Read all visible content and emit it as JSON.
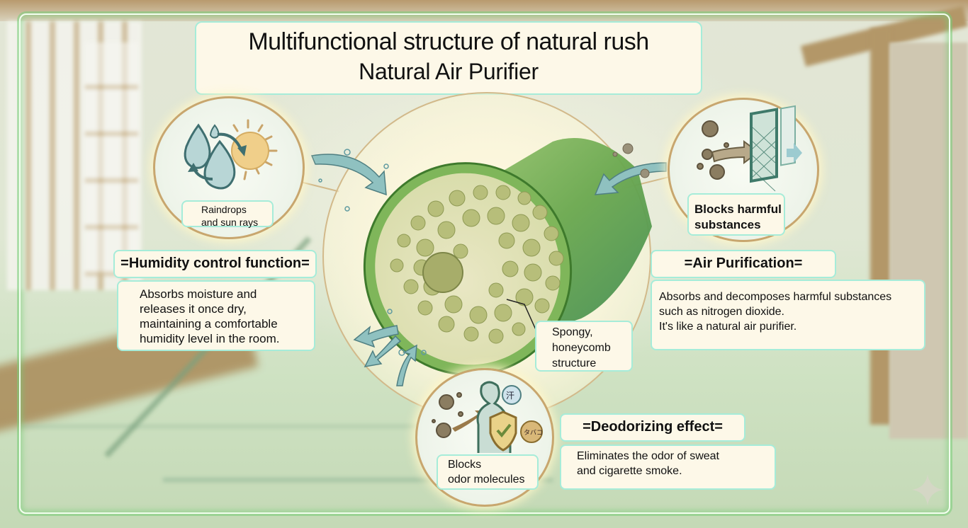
{
  "title": {
    "main": "Multifunctional structure of natural rush",
    "subtitle": "Natural Air Purifier"
  },
  "center": {
    "illustration": "rush-stem-cross-section",
    "callout": "Spongy,\nhoneycomb\nstructure"
  },
  "sections": {
    "humidity": {
      "icon": "raindrops-sun-icon",
      "icon_label": "Raindrops\nand sun rays",
      "heading": "=Humidity control function=",
      "description": "Absorbs moisture and\nreleases it once dry,\nmaintaining a comfortable\nhumidity level in the room."
    },
    "air": {
      "icon": "filter-virus-icon",
      "icon_label": "Blocks harmful\nsubstances",
      "heading": "=Air Purification=",
      "description": "Absorbs and decomposes harmful substances\nsuch as nitrogen dioxide.\nIt's like a natural air purifier."
    },
    "deodorize": {
      "icon": "person-shield-icon",
      "icon_label": "Blocks\nodor molecules",
      "bubble_sweat": "汗",
      "bubble_tobacco": "タバコ",
      "heading": "=Deodorizing effect=",
      "description": "Eliminates the odor of sweat\nand cigarette smoke."
    }
  },
  "colors": {
    "panel_bg": "#fdf8e8",
    "panel_border": "#a6ecd9",
    "frame_glow": "#78cd78",
    "circle_ring": "#c8a66e",
    "arrow_teal": "#8fc1c0",
    "rush_green": "#6aa84f"
  }
}
